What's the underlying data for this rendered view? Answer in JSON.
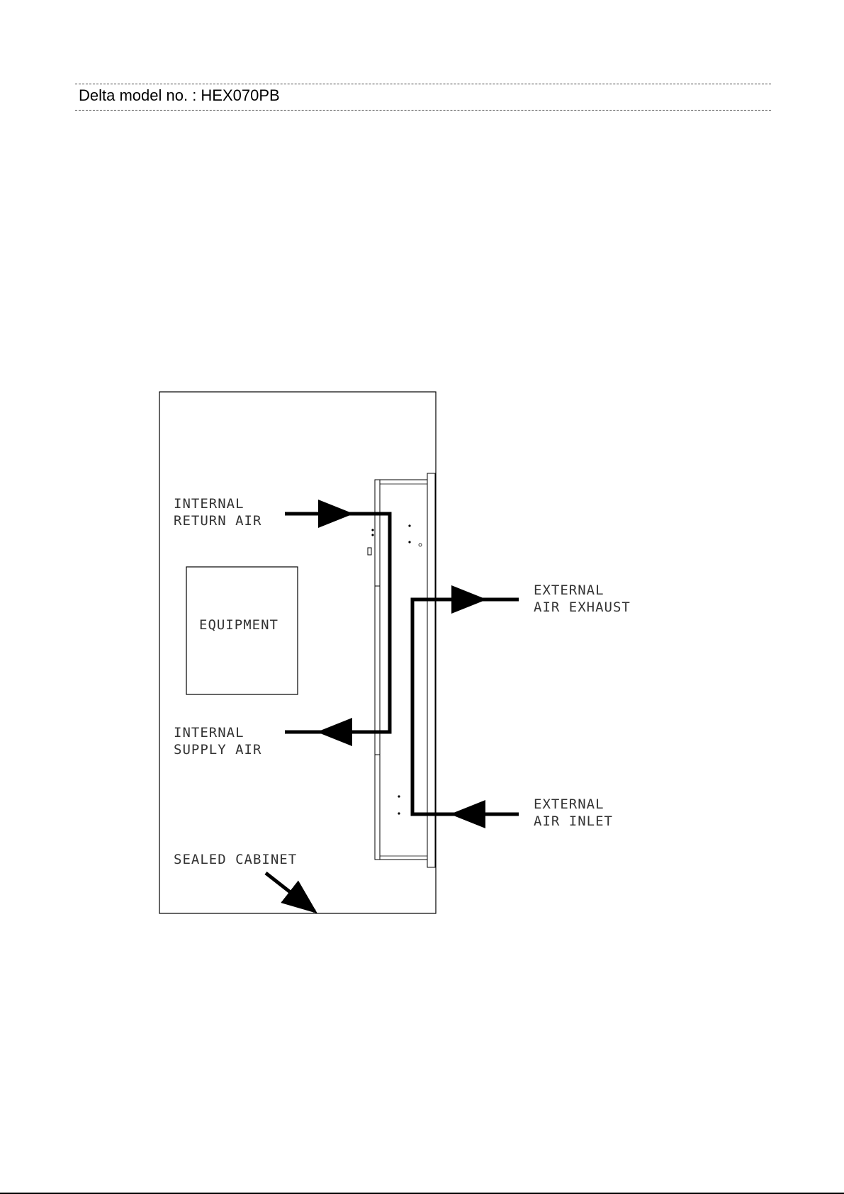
{
  "header": {
    "model_label": "Delta model no. : HEX070PB"
  },
  "diagram": {
    "labels": {
      "internal_return_air": [
        "INTERNAL",
        "RETURN AIR"
      ],
      "internal_supply_air": [
        "INTERNAL",
        "SUPPLY AIR"
      ],
      "equipment": "EQUIPMENT",
      "sealed_cabinet": "SEALED CABINET",
      "external_air_exhaust": [
        "EXTERNAL",
        "AIR EXHAUST"
      ],
      "external_air_inlet": [
        "EXTERNAL",
        "AIR INLET"
      ]
    },
    "colors": {
      "line": "#000000",
      "text": "#333333"
    }
  }
}
